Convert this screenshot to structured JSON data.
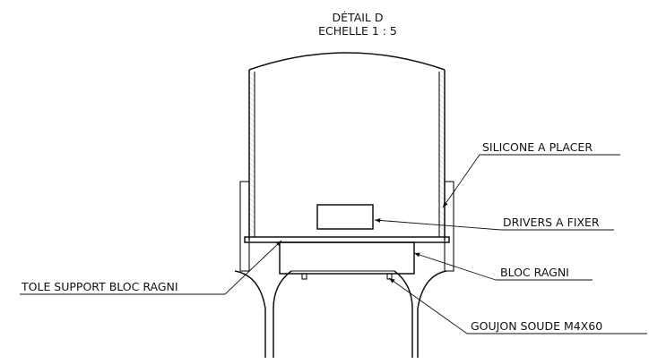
{
  "title": {
    "line1": "DÉTAIL D",
    "line2": "ECHELLE 1 : 5"
  },
  "callouts": {
    "silicone": "SILICONE A PLACER",
    "drivers": "DRIVERS A FIXER",
    "bloc": "BLOC RAGNI",
    "tole": "TOLE SUPPORT BLOC RAGNI",
    "goujon": "GOUJON SOUDE  M4X60"
  }
}
